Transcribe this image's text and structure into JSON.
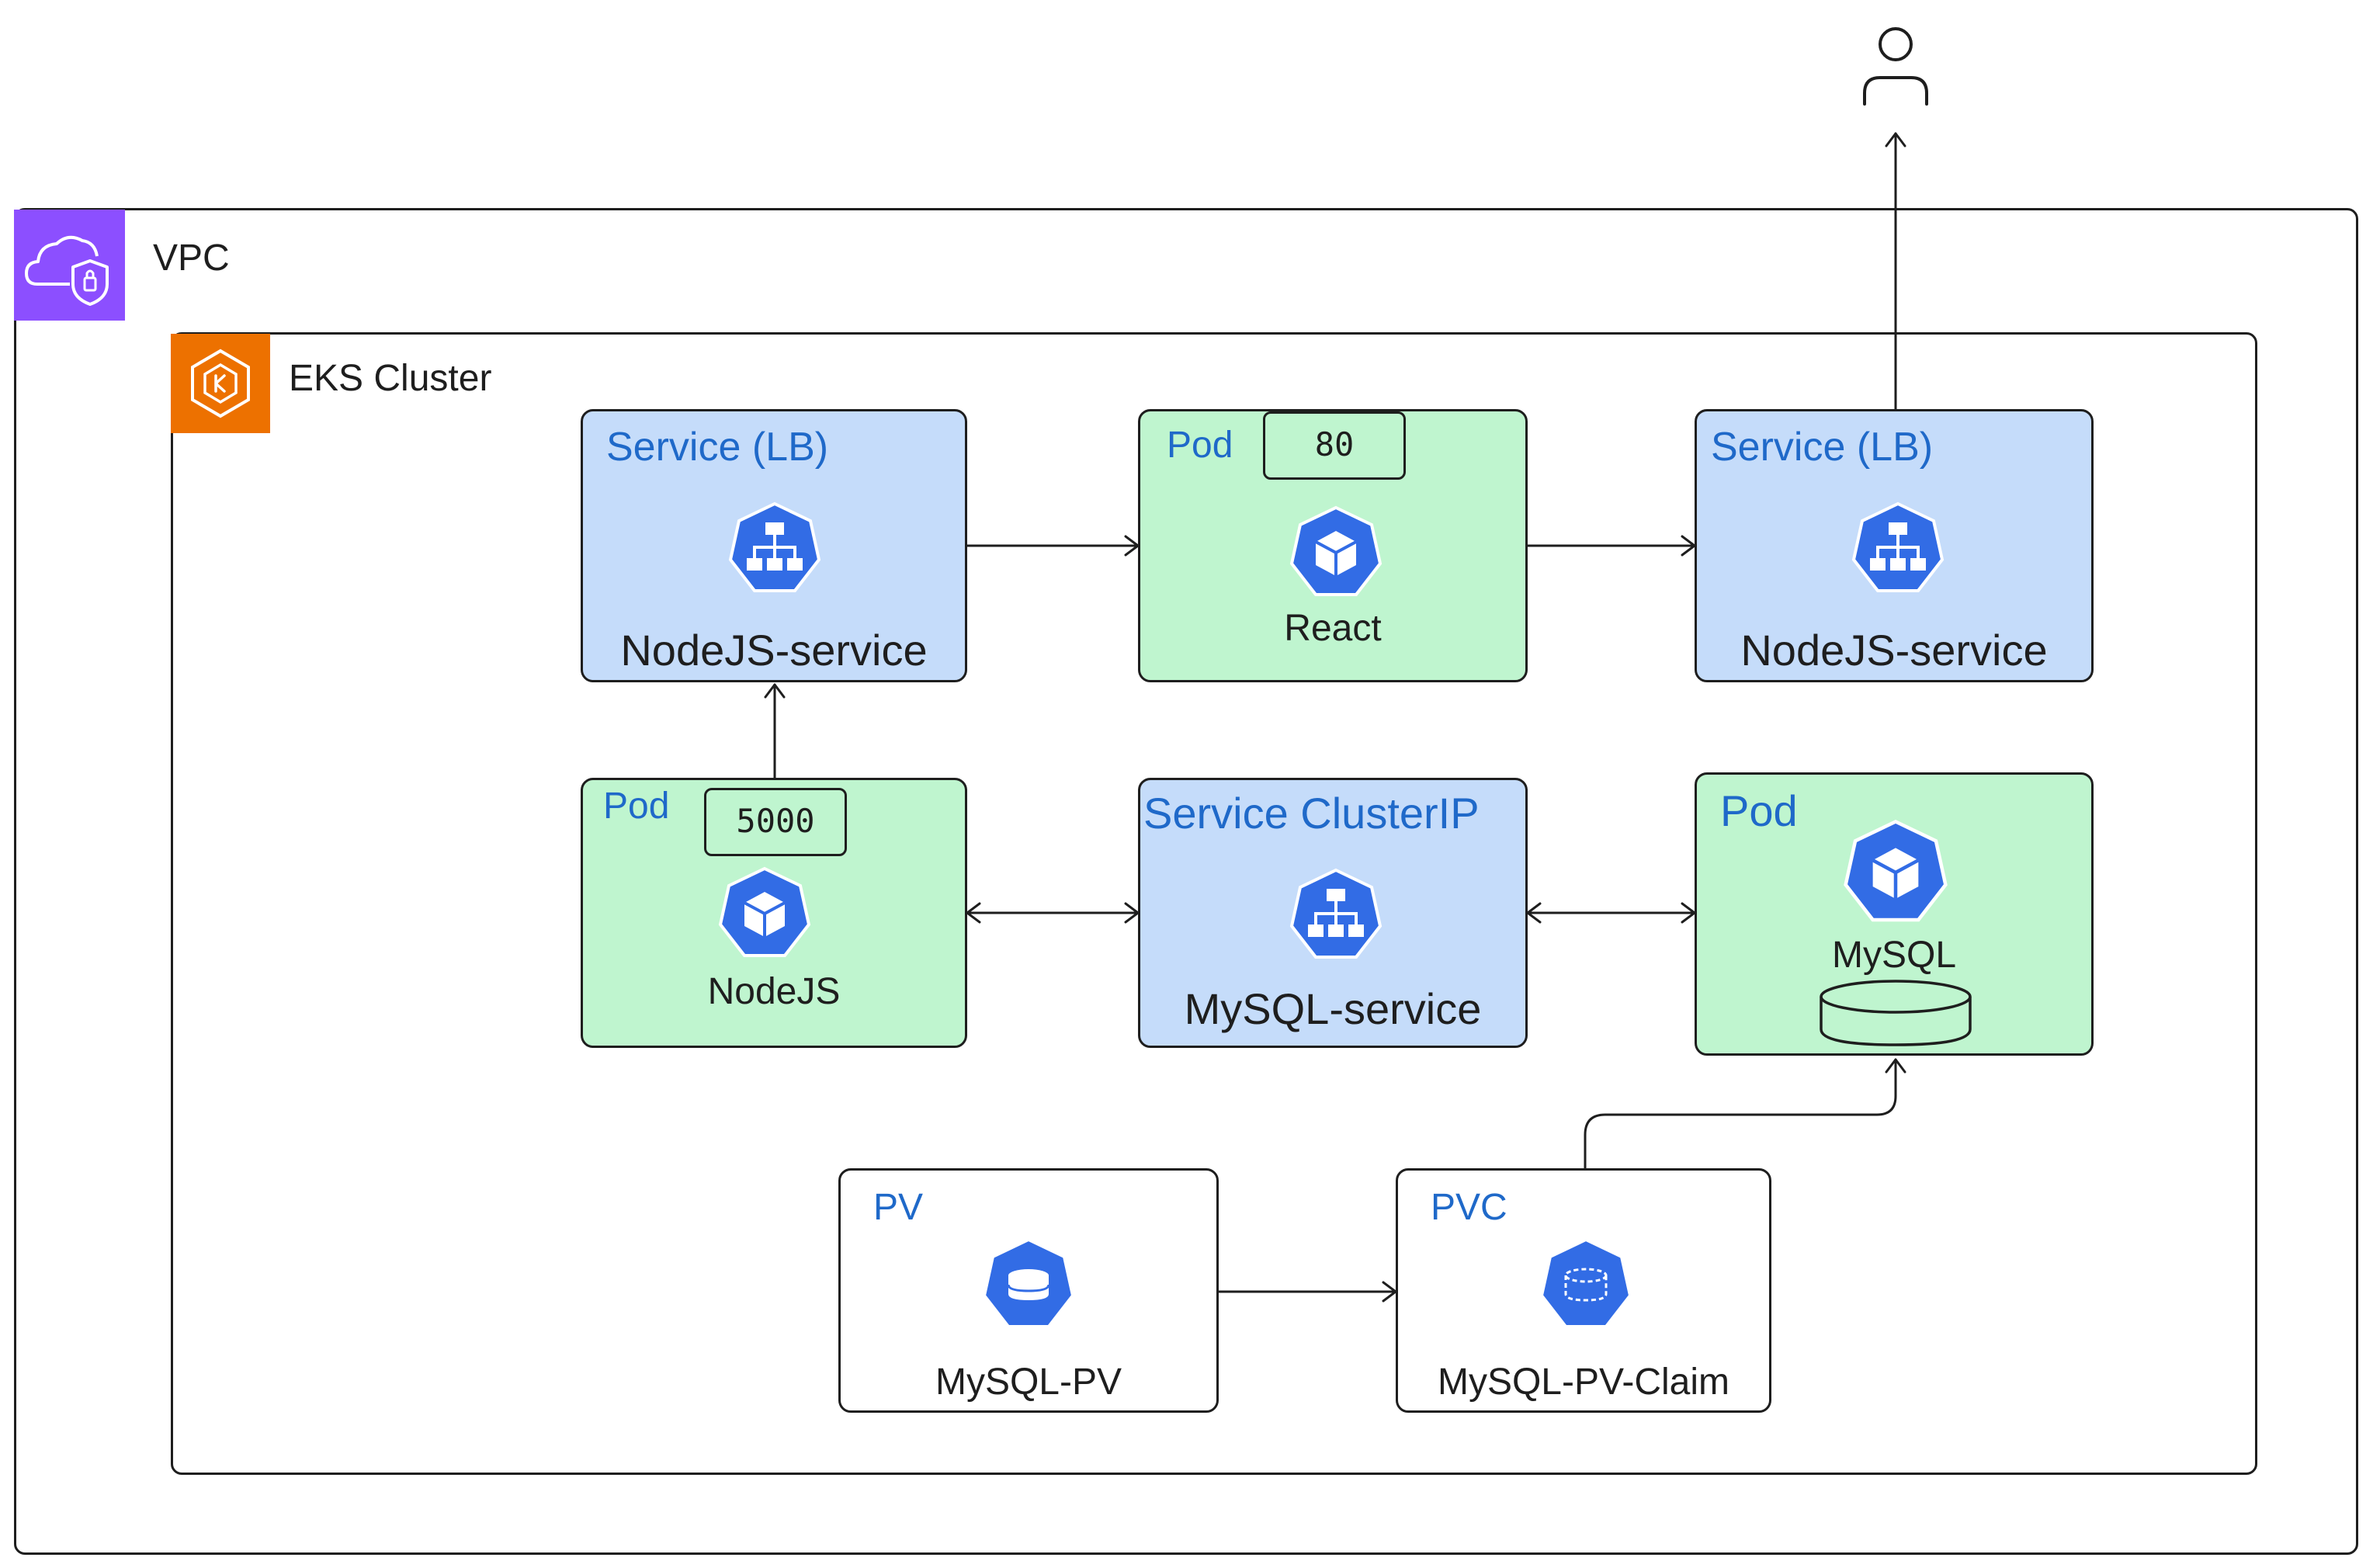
{
  "vpc": {
    "label": "VPC",
    "icon": "vpc-cloud-shield-icon",
    "color": "#8c4fff"
  },
  "eks": {
    "label": "EKS Cluster",
    "icon": "eks-kubernetes-icon",
    "color": "#ed7100"
  },
  "user": {
    "icon": "user-icon"
  },
  "nodes": {
    "svc_lb_left": {
      "title": "Service (LB)",
      "name": "NodeJS-service",
      "icon": "kubernetes-service-icon"
    },
    "pod_react": {
      "title": "Pod",
      "port": "80",
      "name": "React",
      "icon": "kubernetes-pod-icon"
    },
    "svc_lb_right": {
      "title": "Service (LB)",
      "name": "NodeJS-service",
      "icon": "kubernetes-service-icon"
    },
    "pod_nodejs": {
      "title": "Pod",
      "port": "5000",
      "name": "NodeJS",
      "icon": "kubernetes-pod-icon"
    },
    "svc_clusterip": {
      "title": "Service ClusterIP",
      "name": "MySQL-service",
      "icon": "kubernetes-service-icon"
    },
    "pod_mysql": {
      "title": "Pod",
      "name": "MySQL",
      "icon": "kubernetes-pod-icon",
      "storage_icon": "database-cylinder-icon"
    },
    "pv": {
      "title": "PV",
      "name": "MySQL-PV",
      "icon": "kubernetes-pv-icon"
    },
    "pvc": {
      "title": "PVC",
      "name": "MySQL-PV-Claim",
      "icon": "kubernetes-pvc-icon"
    }
  },
  "colors": {
    "service_fill": "#c5dcfa",
    "pod_fill": "#bff5cf",
    "title_text": "#1f69c9",
    "k8s_icon": "#326ce5",
    "stroke": "#1e1e1e"
  },
  "connections": [
    {
      "from": "pod_nodejs",
      "to": "svc_lb_left"
    },
    {
      "from": "svc_lb_left",
      "to": "pod_react"
    },
    {
      "from": "pod_react",
      "to": "svc_lb_right"
    },
    {
      "from": "svc_lb_right",
      "to": "user"
    },
    {
      "from": "pod_nodejs",
      "to": "svc_clusterip",
      "bidirectional": true
    },
    {
      "from": "svc_clusterip",
      "to": "pod_mysql",
      "bidirectional": true
    },
    {
      "from": "pv",
      "to": "pvc"
    },
    {
      "from": "pvc",
      "to": "pod_mysql"
    }
  ]
}
